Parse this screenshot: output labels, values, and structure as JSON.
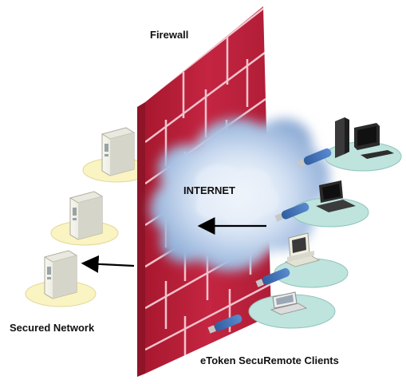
{
  "diagram": {
    "labels": {
      "firewall": "Firewall",
      "internet": "INTERNET",
      "secured_network": "Secured Network",
      "clients": "eToken SecuRemote Clients"
    },
    "colors": {
      "wall": "#b8203b",
      "wall_side": "#8e1428",
      "mortar": "#f3c9d2",
      "cloud": "#c6d7ee",
      "server_disc": "#faf3c2",
      "client_disc": "#bfe3dd",
      "token": "#3d6fb0"
    },
    "icons": {
      "servers": [
        "server-tower-icon",
        "server-tower-icon",
        "server-tower-icon"
      ],
      "clients": [
        "desktop-pc-icon",
        "laptop-icon",
        "retro-pc-icon",
        "handheld-pc-icon"
      ],
      "tokens": [
        "usb-token-icon",
        "usb-token-icon",
        "usb-token-icon",
        "usb-token-icon"
      ]
    }
  }
}
